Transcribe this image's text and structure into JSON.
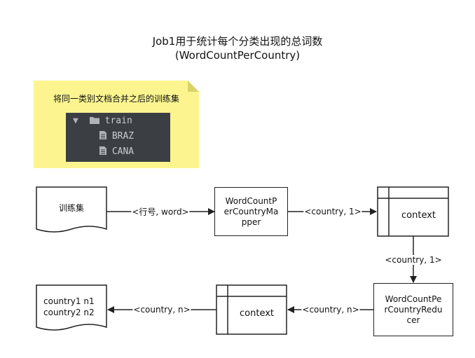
{
  "title": {
    "line1": "Job1用于统计每个分类出现的总词数",
    "line2": "(WordCountPerCountry)"
  },
  "note": {
    "caption": "将同一类别文档合并之后的训练集",
    "tree": {
      "folder": "train",
      "files": [
        "BRAZ",
        "CANA"
      ]
    }
  },
  "nodes": {
    "train_set": "训练集",
    "mapper": [
      "WordCountP",
      "erCountryMa",
      "pper"
    ],
    "context_top": "context",
    "reducer": [
      "WordCountPe",
      "rCountryRedu",
      "cer"
    ],
    "context_bottom": "context",
    "output": [
      "country1 n1",
      "country2 n2"
    ]
  },
  "edges": {
    "e1": "<行号, word>",
    "e2": "<country, 1>",
    "e3": "<country, 1>",
    "e4": "<country, n>",
    "e5": "<country, n>"
  },
  "colors": {
    "note_bg": "#fcf58f",
    "tree_bg": "#3b3f44",
    "stroke": "#222222"
  }
}
